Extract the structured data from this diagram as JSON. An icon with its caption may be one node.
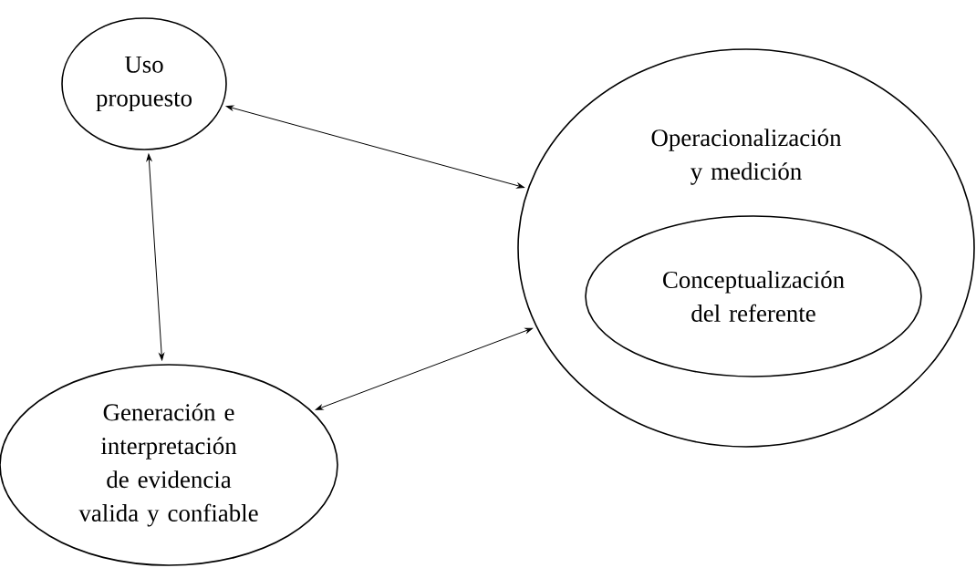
{
  "diagram": {
    "nodes": [
      {
        "text": [
          "Uso propuesto"
        ]
      },
      {
        "text": [
          "Operacionalización y medición"
        ]
      },
      {
        "text": [
          "Conceptualización del referente"
        ],
        "in": 1
      },
      {
        "text": [
          "Generación e interpretación de evidencia valida y confiable"
        ]
      }
    ],
    "edges": [
      {
        "from": 0,
        "to": 1,
        "arrow": "both"
      },
      {
        "from": 0,
        "to": 3,
        "arrow": "both"
      },
      {
        "from": 3,
        "to": 1,
        "arrow": "both"
      }
    ]
  }
}
